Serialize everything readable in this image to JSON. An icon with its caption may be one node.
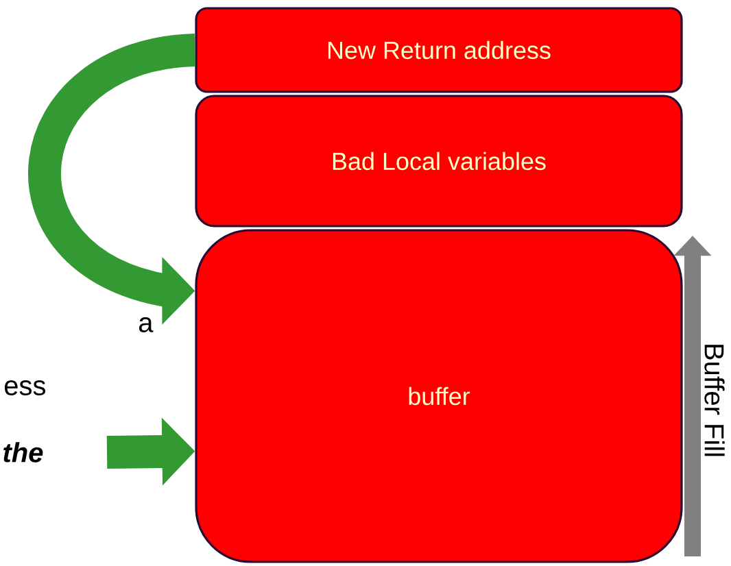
{
  "diagram": {
    "nodes": [
      {
        "text": [
          "New Return address"
        ]
      },
      {
        "text": [
          "Bad Local variables"
        ]
      },
      {
        "text": [
          "buffer"
        ]
      }
    ],
    "edges": [
      {
        "from": 0,
        "to": 2,
        "arrow": "to"
      },
      {
        "from": null,
        "to": 2,
        "arrow": "to"
      }
    ],
    "labels": [
      "a",
      "ess",
      "the",
      "Buffer Fill"
    ]
  }
}
